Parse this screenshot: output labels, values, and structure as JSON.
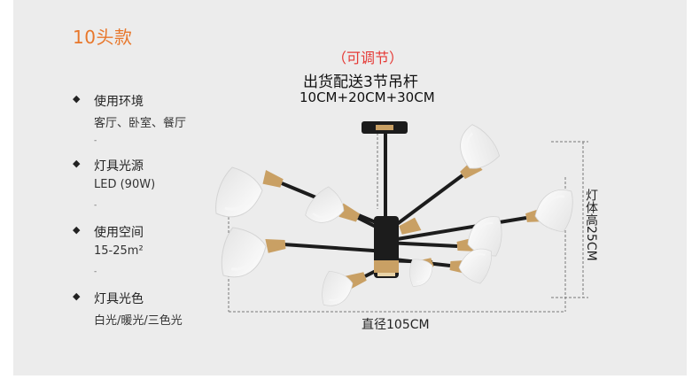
{
  "title": "10头款",
  "specs": [
    {
      "label": "使用环境",
      "value": "客厅、卧室、餐厅",
      "dash": "-"
    },
    {
      "label": "灯具光源",
      "value": "LED (90W)",
      "dash": "-"
    },
    {
      "label": "使用空间",
      "value": "15-25m²",
      "dash": "-"
    },
    {
      "label": "灯具光色",
      "value": "白光/暖光/三色光"
    }
  ],
  "bullet_glyph": "◆",
  "product": {
    "adjustable": "（可调节）",
    "shipping": "出货配送3节吊杆",
    "rods": "10CM+20CM+30CM",
    "height": "灯体高25CM",
    "diameter": "直径105CM"
  },
  "colors": {
    "accent_orange": "#e8772b",
    "accent_red": "#e53935",
    "panel_bg": "#ececec",
    "fixture_black": "#1c1c1c",
    "brass": "#c9a064"
  }
}
